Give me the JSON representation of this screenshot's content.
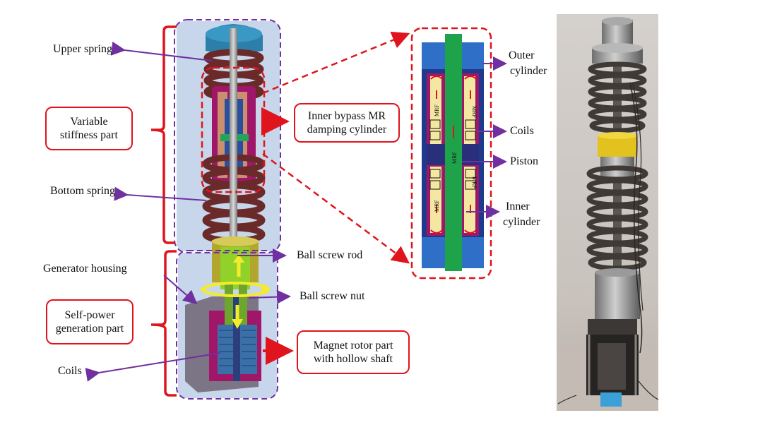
{
  "labels": {
    "upper_spring": "Upper spring",
    "variable_stiffness": "Variable\nstiffness part",
    "inner_bypass": "Inner bypass MR\ndamping cylinder",
    "bottom_spring": "Bottom spring",
    "generator_housing": "Generator housing",
    "self_power": "Self-power\ngeneration part",
    "coils_left": "Coils",
    "ball_screw_rod": "Ball screw rod",
    "ball_screw_nut": "Ball screw nut",
    "magnet_rotor": "Magnet rotor  part\nwith hollow shaft",
    "outer_cylinder_1": "Outer",
    "outer_cylinder_2": "cylinder",
    "coils_right": "Coils",
    "piston": "Piston",
    "inner_cylinder_1": "Inner",
    "inner_cylinder_2": "cylinder",
    "mrf": "MRF"
  },
  "colors": {
    "bracket_red": "#e0141c",
    "arrow_purple": "#7030a0",
    "dashed_purple": "#7030a0",
    "spring_brown": "#6b2a2a",
    "outer_blue": "#1f4e9c",
    "shaft_green": "#1fa34a",
    "mrf_yellow": "#f3e7a2",
    "coil_magenta": "#a0176a",
    "model_bg": "#c7d6ea"
  }
}
